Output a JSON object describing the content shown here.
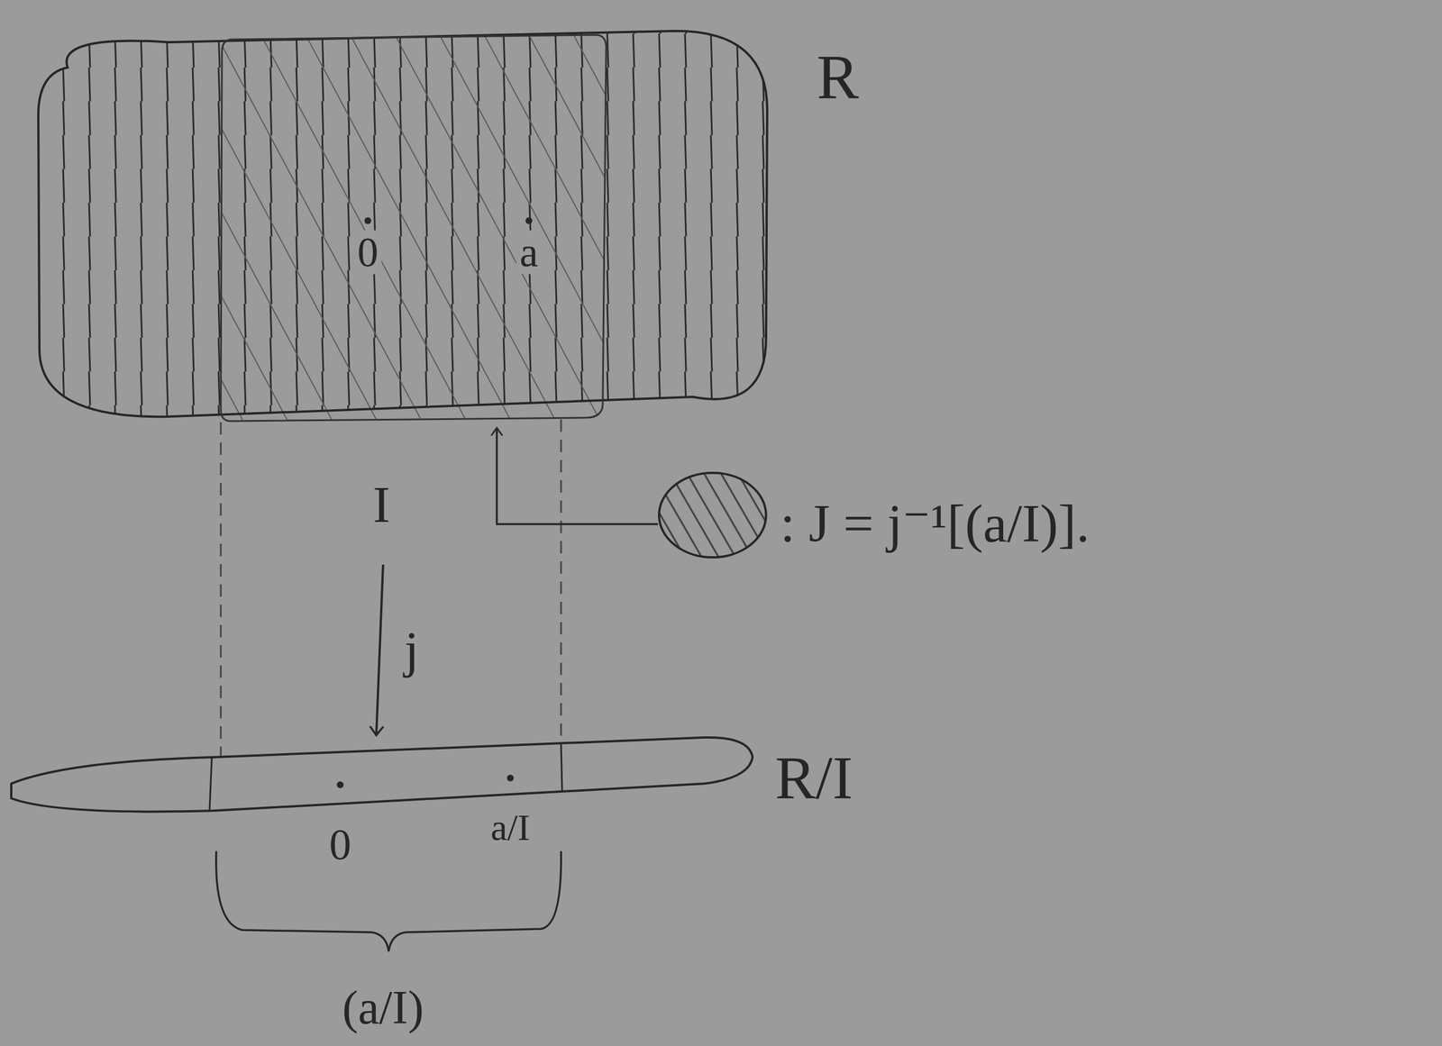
{
  "diagram": {
    "nodes": [
      {
        "text": [
          "R"
        ]
      },
      {
        "text": [
          "I"
        ],
        "in": 0
      },
      {
        "text": [
          "R/I"
        ]
      }
    ],
    "edges": [
      {
        "from": 1,
        "to": 2,
        "arrow": "to",
        "label": "j"
      }
    ],
    "labels": [
      "0",
      "a",
      "0",
      "a/I",
      "(a/I)"
    ],
    "legend": [
      {
        "text": ": J = j⁻¹[(a/I)]."
      }
    ]
  }
}
